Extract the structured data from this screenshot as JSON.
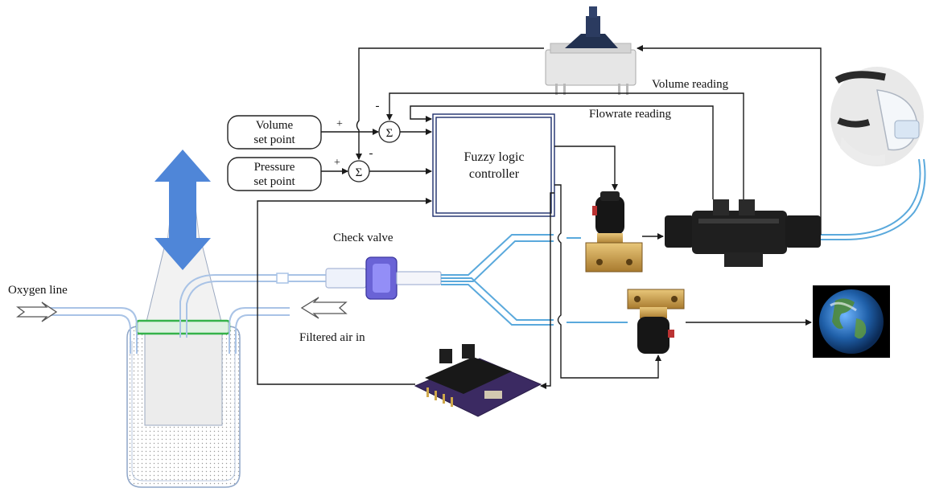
{
  "labels": {
    "volume_set_point_l1": "Volume",
    "volume_set_point_l2": "set point",
    "pressure_set_point_l1": "Pressure",
    "pressure_set_point_l2": "set point",
    "controller_l1": "Fuzzy logic",
    "controller_l2": "controller",
    "volume_reading": "Volume reading",
    "flowrate_reading": "Flowrate reading",
    "check_valve": "Check valve",
    "oxygen_line": "Oxygen line",
    "filtered_air_in": "Filtered air in",
    "sum_symbol": "Σ",
    "plus": "+",
    "minus": "-"
  },
  "colors": {
    "arrow_blue": "#4f86d8",
    "tube_blue": "#5aa9dc",
    "seal_green": "#35b24a",
    "wire": "#1a1a1a"
  },
  "icons": [
    "bellows-jar",
    "up-down-arrow",
    "pressure-sensor-top",
    "pressure-sensor-bottom",
    "solenoid-valve",
    "flow-sensor",
    "face-mask",
    "earth-globe",
    "check-valve"
  ]
}
